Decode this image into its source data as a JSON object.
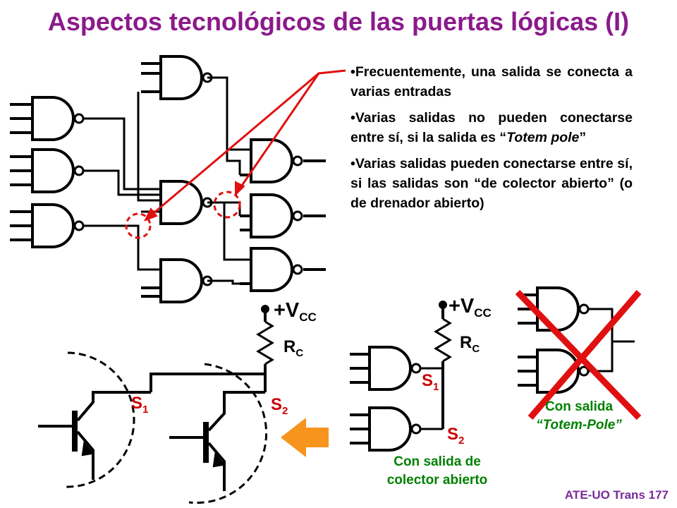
{
  "title": "Aspectos tecnológicos de las puertas lógicas (I)",
  "bullets": {
    "b1": "Frecuentemente, una salida se conecta a varias entradas",
    "b2_prefix": "Varias salidas no pueden conectarse entre sí, si la salida es “",
    "b2_italic": "Totem pole",
    "b2_suffix": "”",
    "b3": "Varias salidas pueden conectarse entre sí, si las salidas son “de colector abierto” (o de drenador abierto)"
  },
  "circuit_left": {
    "vcc": "+V",
    "vcc_sub": "CC",
    "rc": "R",
    "rc_sub": "C",
    "s1": "S",
    "s1_sub": "1",
    "s2": "S",
    "s2_sub": "2"
  },
  "circuit_mid": {
    "vcc": "+V",
    "vcc_sub": "CC",
    "rc": "R",
    "rc_sub": "C",
    "s1": "S",
    "s1_sub": "1",
    "s2": "S",
    "s2_sub": "2",
    "caption_l1": "Con salida de",
    "caption_l2": "colector abierto"
  },
  "circuit_right": {
    "caption_l1": "Con salida",
    "caption_l2": "“Totem-Pole”"
  },
  "footer": "ATE-UO Trans 177",
  "colors": {
    "title": "#8b1a8b",
    "red": "#e01010",
    "caption": "#008000",
    "arrow": "#f7941d"
  }
}
